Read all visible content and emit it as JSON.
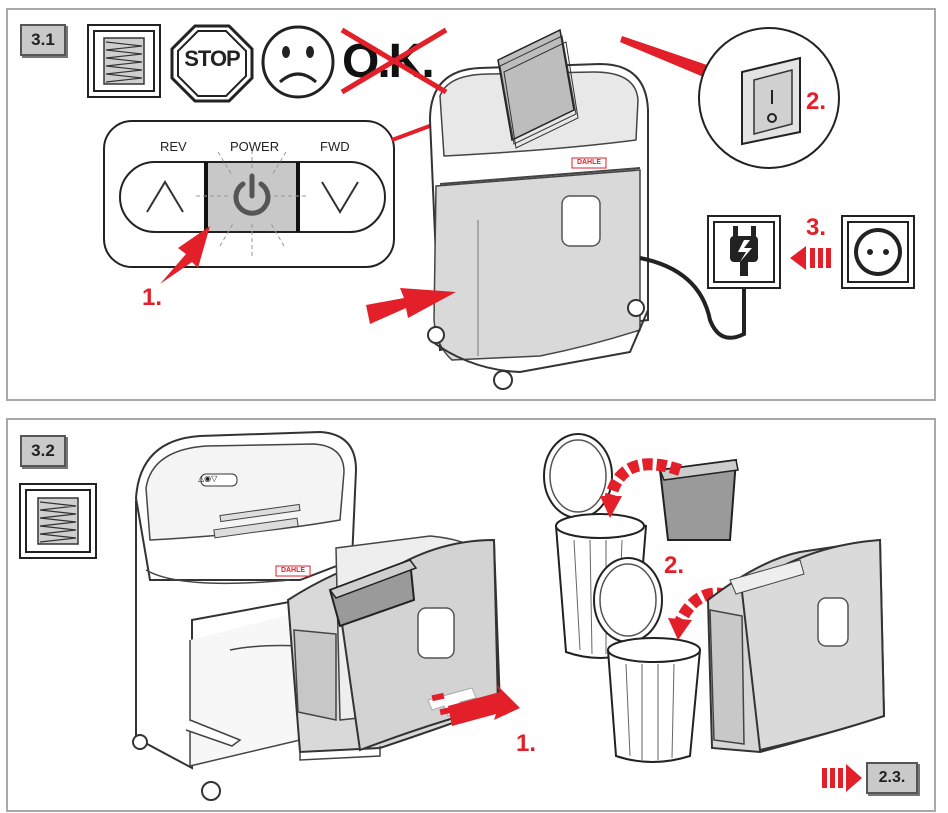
{
  "colors": {
    "accent": "#e3202a",
    "frame": "#a9a9a9",
    "tag_bg": "#c9c9c9"
  },
  "section1": {
    "tag": "3.1",
    "icons": [
      "shredded-paper-icon",
      "stop-sign-icon",
      "sad-face-icon",
      "crossed-ok-icon"
    ],
    "stop_text": "STOP",
    "ok_text": "O.K.",
    "control_panel": {
      "rev": "REV",
      "power": "POWER",
      "fwd": "FWD"
    },
    "steps": {
      "one": "1.",
      "two": "2.",
      "three": "3."
    },
    "brand": "DAHLE"
  },
  "section2": {
    "tag": "3.2",
    "icons": [
      "shredded-paper-icon"
    ],
    "brand": "DAHLE",
    "steps": {
      "one": "1.",
      "two": "2."
    },
    "next_ref": "2.3."
  }
}
